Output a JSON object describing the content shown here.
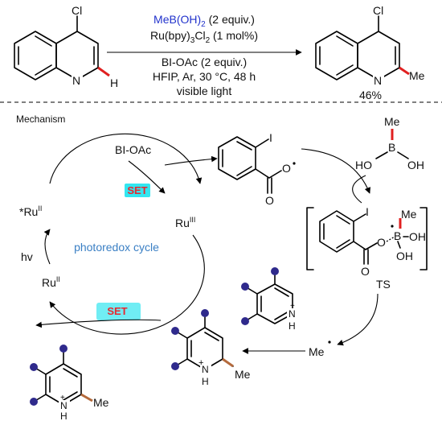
{
  "reaction": {
    "reagent_1": "MeB(OH)",
    "reagent_1_sub": "2",
    "reagent_1_equiv": " (2 equiv.)",
    "reagent_2": "Ru(bpy)",
    "reagent_2_sub": "3",
    "reagent_2_suffix": "Cl",
    "reagent_2_sub2": "2",
    "reagent_2_loading": " (1 mol%)",
    "oxidant": "BI-OAc (2 equiv.)",
    "conditions": "HFIP, Ar, 30 °C, 48 h",
    "light": "visible light",
    "yield": "46%"
  },
  "atoms": {
    "cl": "Cl",
    "n": "N",
    "h": "H",
    "me": "Me",
    "i": "I",
    "o": "O",
    "b": "B",
    "oh": "OH",
    "ho": "HO",
    "nh_n": "N",
    "nh_h": "H",
    "plus": "+",
    "dot": "·"
  },
  "mechanism": {
    "heading": "Mechanism",
    "bi_oac": "BI-OAc",
    "set_label": "SET",
    "ru_star": "*Ru",
    "ru_star_ox": "II",
    "ru_iii": "Ru",
    "ru_iii_ox": "III",
    "ru_ii": "Ru",
    "ru_ii_ox": "II",
    "hv": "hv",
    "cycle_label": "photoredox cycle",
    "ts_label": "TS",
    "methyl_radical": "Me"
  },
  "colors": {
    "reagent_blue": "#2233cc",
    "cycle_blue": "#3a7fc4",
    "set_red": "#e8282f",
    "set_highlight": "#33e6f0",
    "bond_red": "#e02020",
    "bond_brown": "#b46a3c",
    "node_purple": "#2f2a8c",
    "me_blue": "#1f3fd6"
  }
}
